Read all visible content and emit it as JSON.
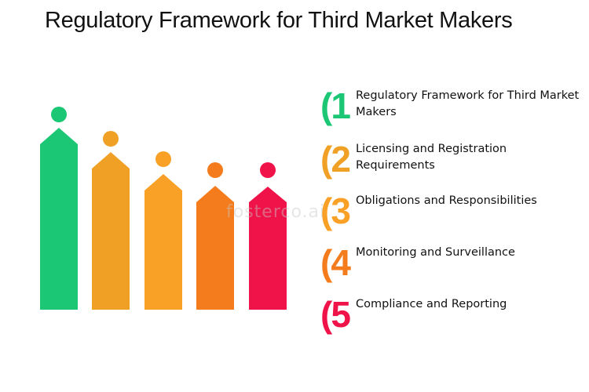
{
  "title": "Regulatory Framework for Third Market Makers",
  "watermark": "fosterco.ai",
  "items": [
    {
      "number": "(1",
      "label": "Regulatory Framework for Third Market Makers",
      "color": "#1bc774"
    },
    {
      "number": "(2",
      "label": "Licensing and Registration Requirements",
      "color": "#f0a024"
    },
    {
      "number": "(3",
      "label": "Obligations and Responsibilities",
      "color": "#f9a026"
    },
    {
      "number": "(4",
      "label": "Monitoring and Surveillance",
      "color": "#f57c1c"
    },
    {
      "number": "(5",
      "label": "Compliance and Reporting",
      "color": "#f0134a"
    }
  ],
  "figure_colors": [
    "#1bc774",
    "#f0a024",
    "#f9a026",
    "#f57c1c",
    "#f0134a"
  ]
}
